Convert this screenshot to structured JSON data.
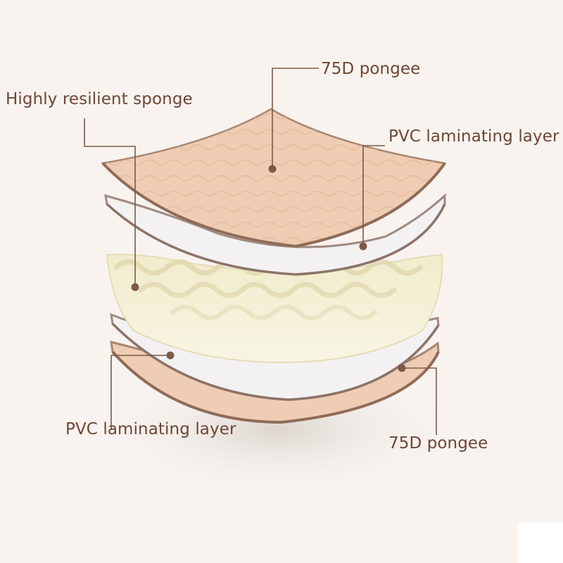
{
  "colors": {
    "background": "#f8f3ef",
    "leader_line": "#7a5a48",
    "label_text": "#6e4634",
    "pongee": "#efcdb4",
    "pongee_edge": "#a98670",
    "pvc": "#f3f1f1",
    "pvc_edge": "#9f8a80",
    "sponge": "#f6f1d6",
    "sponge_shadow": "#e4dcb6"
  },
  "callouts": [
    {
      "id": "top-pongee",
      "label": "75D pongee"
    },
    {
      "id": "sponge",
      "label": "Highly resilient sponge"
    },
    {
      "id": "top-pvc",
      "label": "PVC laminating layer"
    },
    {
      "id": "bottom-pvc",
      "label": "PVC laminating layer"
    },
    {
      "id": "bottom-pongee",
      "label": "75D pongee"
    }
  ]
}
